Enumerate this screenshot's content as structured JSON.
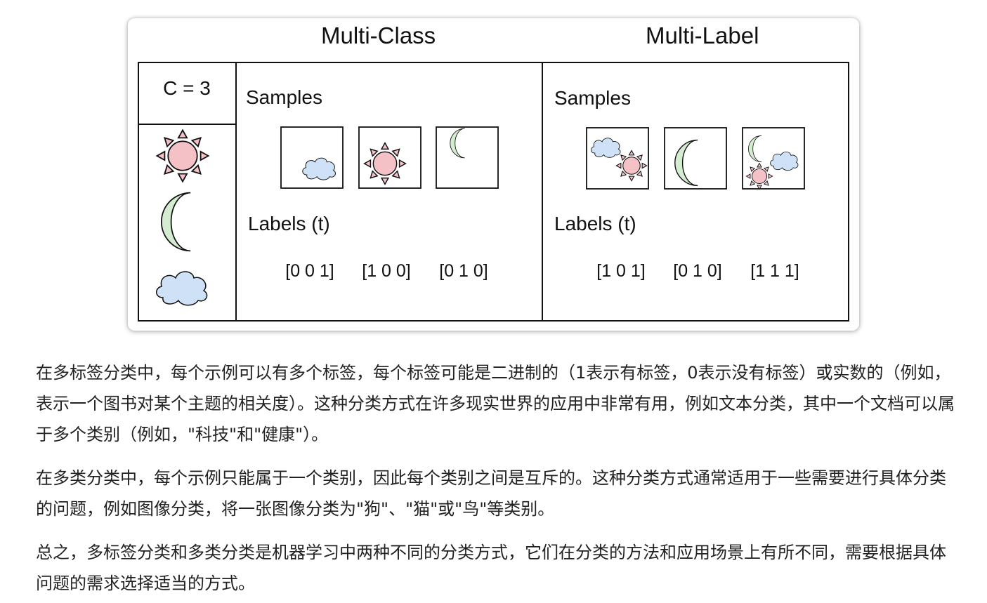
{
  "diagram": {
    "multiclass_header": "Multi-Class",
    "multilabel_header": "Multi-Label",
    "class_count": "C = 3",
    "multiclass": {
      "samples_label": "Samples",
      "labels_label": "Labels (t)",
      "labels": [
        "[0 0 1]",
        "[1 0 0]",
        "[0 1 0]"
      ]
    },
    "multilabel": {
      "samples_label": "Samples",
      "labels_label": "Labels (t)",
      "labels": [
        "[1 0 1]",
        "[0 1 0]",
        "[1 1 1]"
      ]
    },
    "icons": {
      "sun_fill": "#f4c2c6",
      "moon_fill": "#d4ecd0",
      "cloud_fill": "#cfe1f6"
    }
  },
  "paragraphs": [
    "在多标签分类中，每个示例可以有多个标签，每个标签可能是二进制的（1表示有标签，0表示没有标签）或实数的（例如，表示一个图书对某个主题的相关度）。这种分类方式在许多现实世界的应用中非常有用，例如文本分类，其中一个文档可以属于多个类别（例如，\"科技\"和\"健康\"）。",
    "在多类分类中，每个示例只能属于一个类别，因此每个类别之间是互斥的。这种分类方式通常适用于一些需要进行具体分类的问题，例如图像分类，将一张图像分类为\"狗\"、\"猫\"或\"鸟\"等类别。",
    "总之，多标签分类和多类分类是机器学习中两种不同的分类方式，它们在分类的方法和应用场景上有所不同，需要根据具体问题的需求选择适当的方式。"
  ]
}
